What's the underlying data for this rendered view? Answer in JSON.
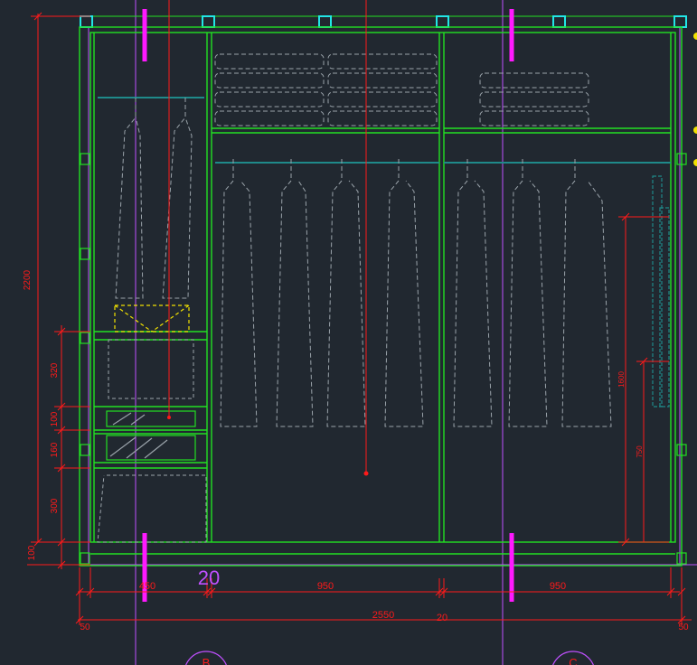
{
  "colors": {
    "background": "#212830",
    "cabinet": "#22e022",
    "dimension": "#ff1a1a",
    "magenta": "#ff19ff",
    "cyan": "#22e6e6",
    "garment": "#9aa3aa",
    "yellow": "#f2e200",
    "purple_line": "#c050ff",
    "teal_rod": "#1f8a8a"
  },
  "dimensions": {
    "overall_height": "2200",
    "left_segments": [
      "320",
      "100",
      "160",
      "300",
      "100"
    ],
    "width_segments": [
      "450",
      "950",
      "950"
    ],
    "total_width": "2550",
    "edge_left": "50",
    "edge_right": "50",
    "gap_label_large": "20",
    "gap_label_small": "20",
    "right_heights": [
      "1600",
      "750"
    ]
  },
  "axis_markers": [
    "B",
    "C"
  ]
}
